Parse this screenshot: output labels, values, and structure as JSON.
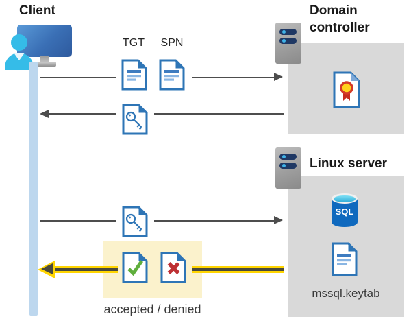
{
  "client": {
    "label": "Client"
  },
  "flow": {
    "tgt_label": "TGT",
    "spn_label": "SPN",
    "result_label": "accepted / denied"
  },
  "domain_controller": {
    "title": "Domain controller"
  },
  "linux_server": {
    "title": "Linux server",
    "sql_badge": "SQL",
    "keytab_label": "mssql.keytab"
  },
  "colors": {
    "doc_blue": "#2E75B6",
    "timeline_blue": "#BDD7EE",
    "box_gray": "#D9D9D9",
    "highlight_yellow": "#FBF2CC",
    "arrow_gray": "#4D4D4D",
    "arrow_yellow": "#FFD500",
    "check_green": "#5FAE3C",
    "deny_red": "#BE3034",
    "cert_gold": "#FFD21C",
    "cert_red": "#D43A28",
    "person_cyan": "#35BCE8",
    "sql_blue": "#0F69BE"
  }
}
